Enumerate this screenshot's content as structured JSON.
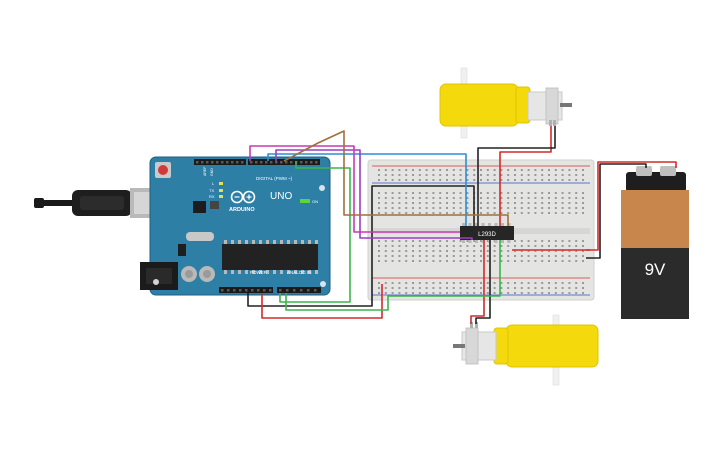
{
  "arduino": {
    "brand": "ARDUINO",
    "model": "UNO",
    "digital_label": "DIGITAL (PWM ~)",
    "power_label": "POWER",
    "analog_label": "ANALOG IN",
    "on_label": "ON",
    "tx_label": "TX",
    "rx_label": "RX",
    "l_label": "L",
    "aref_label": "AREF",
    "gnd_label": "GND"
  },
  "driver_ic": {
    "label": "L293D"
  },
  "battery": {
    "label": "9V"
  },
  "colors": {
    "board": "#2e7fa6",
    "breadboard": "#e4e4e2",
    "motor_body": "#f4d90d",
    "battery_top": "#c8854c",
    "battery_body": "#2b2b2b",
    "wire_red": "#d42a2a",
    "wire_black": "#222222",
    "wire_green": "#3bb54a",
    "wire_purple": "#9a3ec4",
    "wire_blue": "#2a8fd6",
    "wire_brown": "#a0703c",
    "wire_magenta": "#c83ab4"
  }
}
